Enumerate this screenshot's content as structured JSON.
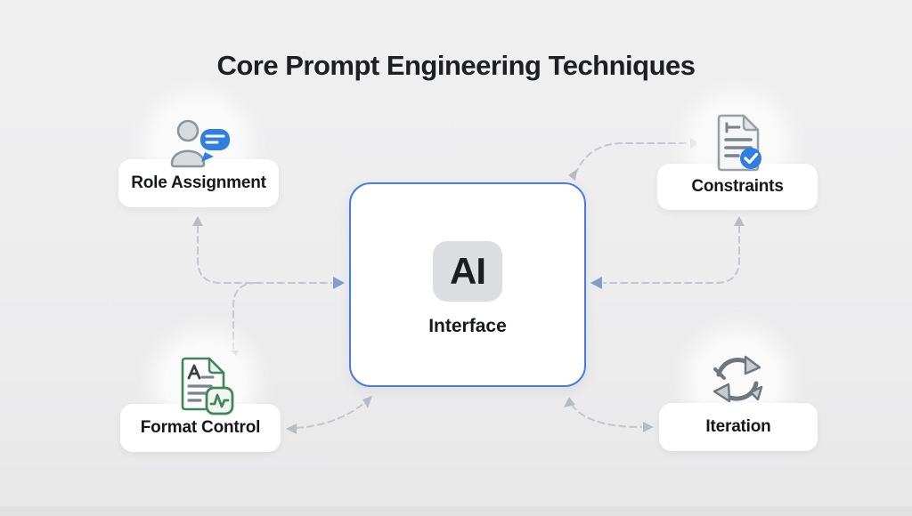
{
  "title": "Core Prompt Engineering Techniques",
  "center_node": {
    "badge_label": "AI",
    "label": "Interface"
  },
  "nodes": [
    {
      "label": "Role Assignment",
      "icon": "person-chat-icon",
      "position": "top-left"
    },
    {
      "label": "Constraints",
      "icon": "document-check-icon",
      "position": "top-right"
    },
    {
      "label": "Format Control",
      "icon": "document-format-icon",
      "position": "bottom-left"
    },
    {
      "label": "Iteration",
      "icon": "cycle-arrows-icon",
      "position": "bottom-right"
    }
  ],
  "connections": [
    {
      "from": "left-junction",
      "to": "role-assignment",
      "style": "dashed-arrow"
    },
    {
      "from": "left-junction",
      "to": "ai-interface-left-edge",
      "style": "dashed-arrow"
    },
    {
      "from": "left-junction",
      "to": "format-control",
      "style": "dashed-arrow"
    },
    {
      "from": "right-junction",
      "to": "constraints",
      "style": "dashed-arrow"
    },
    {
      "from": "right-junction",
      "to": "ai-interface-right-edge",
      "style": "dashed-arrow"
    },
    {
      "from": "constraints",
      "to": "ai-interface-top-right-corner",
      "style": "dashed-double-arrow"
    },
    {
      "from": "format-control",
      "to": "ai-interface-bottom-left-corner",
      "style": "dashed-double-arrow"
    },
    {
      "from": "iteration",
      "to": "ai-interface-bottom-right-corner",
      "style": "dashed-double-arrow"
    }
  ],
  "colors": {
    "background": "#ededee",
    "center_border_blue": "#4a7ce0",
    "speech_bubble_blue": "#2e7fe0",
    "check_badge_blue": "#2e7fe0",
    "format_green": "#3f8757",
    "connector_gray": "#c3c7ce",
    "arrow_blue_gray": "#7f9ec9",
    "badge_gray": "#dbdde0",
    "text_dark": "#1d1f23"
  }
}
